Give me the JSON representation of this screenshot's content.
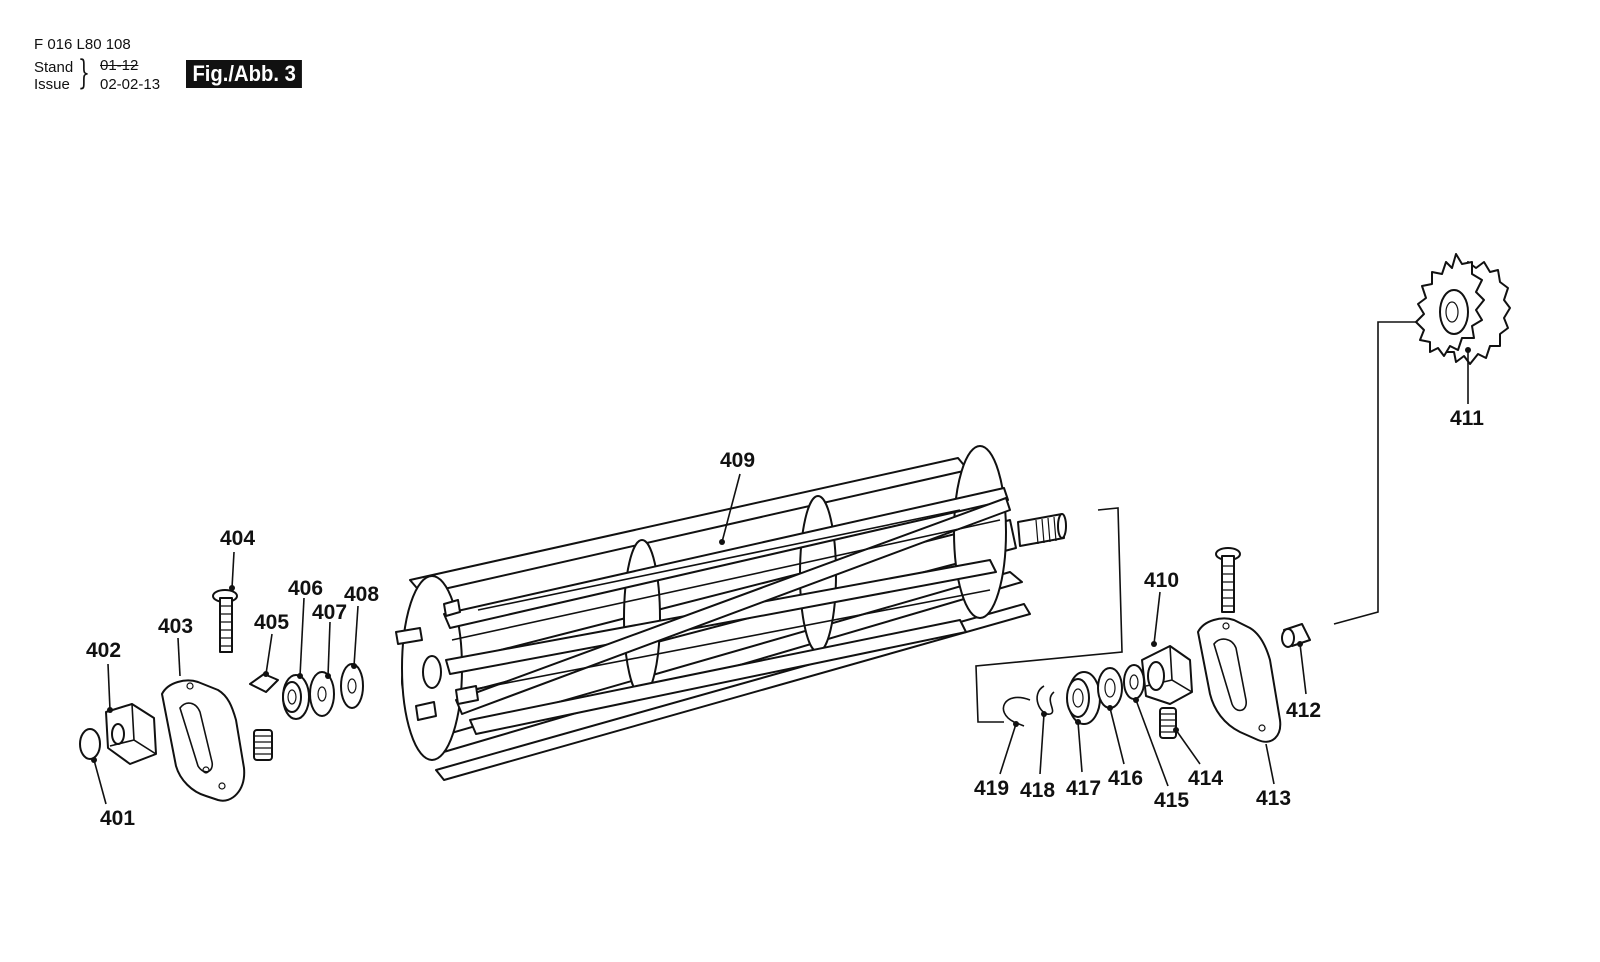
{
  "header": {
    "doc_number": "F 016 L80 108",
    "stand_label": "Stand",
    "issue_label": "Issue",
    "old_date": "01-12",
    "issue_date": "02-02-13",
    "figure_label": "Fig./Abb. 3"
  },
  "parts": [
    {
      "id": "p401",
      "label": "401"
    },
    {
      "id": "p402",
      "label": "402"
    },
    {
      "id": "p403",
      "label": "403"
    },
    {
      "id": "p404",
      "label": "404"
    },
    {
      "id": "p405",
      "label": "405"
    },
    {
      "id": "p406",
      "label": "406"
    },
    {
      "id": "p407",
      "label": "407"
    },
    {
      "id": "p408",
      "label": "408"
    },
    {
      "id": "p409",
      "label": "409"
    },
    {
      "id": "p410",
      "label": "410"
    },
    {
      "id": "p411",
      "label": "411"
    },
    {
      "id": "p412",
      "label": "412"
    },
    {
      "id": "p413",
      "label": "413"
    },
    {
      "id": "p414",
      "label": "414"
    },
    {
      "id": "p415",
      "label": "415"
    },
    {
      "id": "p416",
      "label": "416"
    },
    {
      "id": "p417",
      "label": "417"
    },
    {
      "id": "p418",
      "label": "418"
    },
    {
      "id": "p419",
      "label": "419"
    }
  ]
}
